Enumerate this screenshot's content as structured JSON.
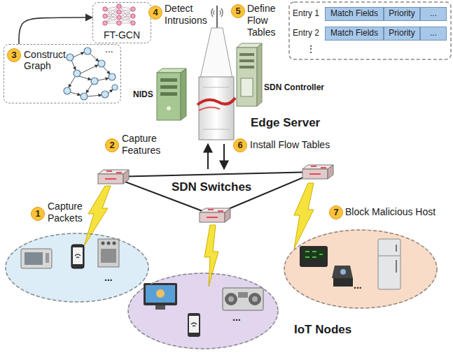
{
  "diagram": {
    "nodes": [
      {
        "text": [
          "FT-GCN"
        ]
      },
      {
        "text": [
          "Construct Graph"
        ]
      },
      {
        "text": [
          "Match Fields"
        ]
      },
      {
        "text": [
          "Priority"
        ]
      },
      {
        "text": [
          "..."
        ]
      },
      {
        "text": [
          "Match Fields"
        ]
      },
      {
        "text": [
          "Priority"
        ]
      },
      {
        "text": [
          "..."
        ]
      },
      {
        "text": [
          "..."
        ]
      },
      {
        "text": [
          "..."
        ]
      },
      {
        "text": [
          "..."
        ]
      }
    ],
    "edges": [
      {
        "from": 1,
        "to": 0,
        "arrow": "to"
      }
    ],
    "labels": [
      "3",
      "...",
      "4",
      "Detect Intrusions",
      "5",
      "Define Flow Tables",
      "Entry 1",
      "Entry 2",
      "⋮",
      "NIDS",
      "SDN Controller",
      "Edge Server",
      "2",
      "Capture Features",
      "6",
      "Install Flow Tables",
      "SDN Switches",
      "1",
      "Capture Packets",
      "7",
      "Block Malicious Host",
      "IoT Nodes"
    ]
  }
}
